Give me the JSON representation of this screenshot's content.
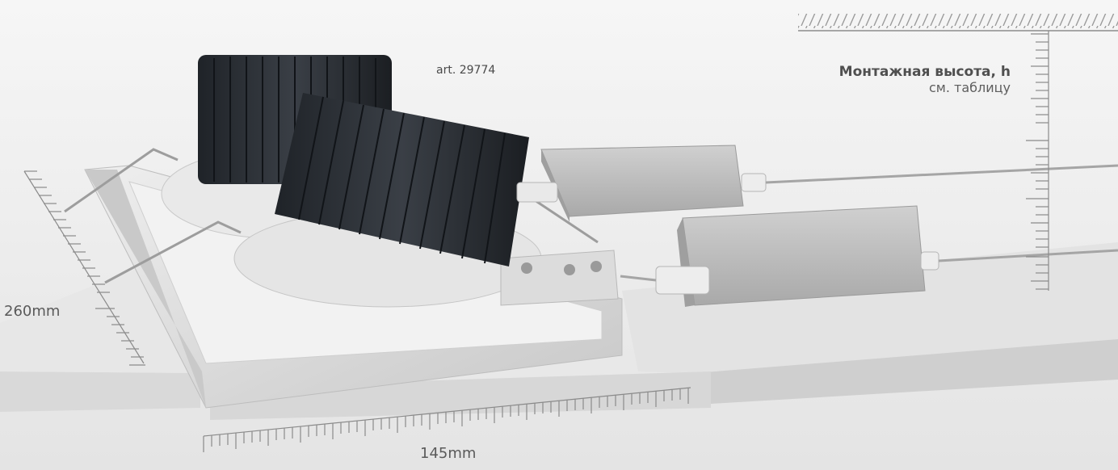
{
  "product": {
    "article": "art. 29774"
  },
  "dimensions": {
    "height_title": "Монтажная высота, h",
    "height_note": "см. таблицу",
    "width": "260mm",
    "length": "145mm"
  },
  "colors": {
    "background": "#ececec",
    "panel": "#dcdcdc",
    "heatsink": "#2b2f35",
    "driver": "#b8b8b8",
    "text": "#555555"
  }
}
